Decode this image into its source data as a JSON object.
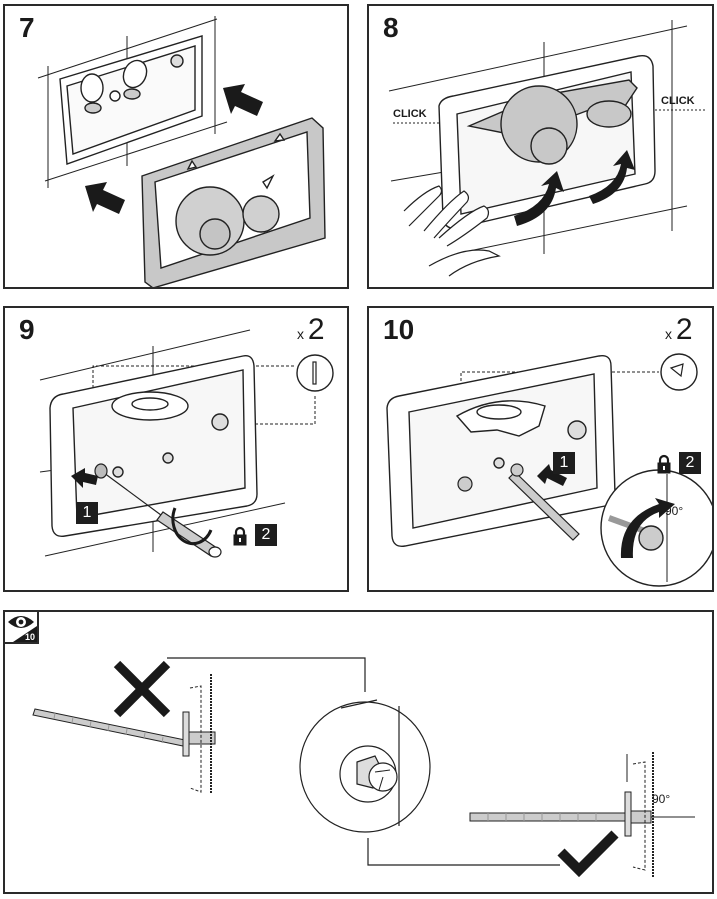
{
  "steps": [
    {
      "number": "7"
    },
    {
      "number": "8",
      "click_left": "CLICK",
      "click_right": "CLICK"
    },
    {
      "number": "9",
      "multiplier_prefix": "x",
      "multiplier_value": "2",
      "badge_1": "1",
      "badge_2": "2"
    },
    {
      "number": "10",
      "multiplier_prefix": "x",
      "multiplier_value": "2",
      "badge_1": "1",
      "badge_2": "2",
      "angle_label": "90°"
    }
  ],
  "inspection": {
    "icon": "eye-icon",
    "ref_step": "10",
    "wrong_icon": "cross-mark-icon",
    "correct_icon": "check-mark-icon",
    "angle_label": "90°"
  }
}
